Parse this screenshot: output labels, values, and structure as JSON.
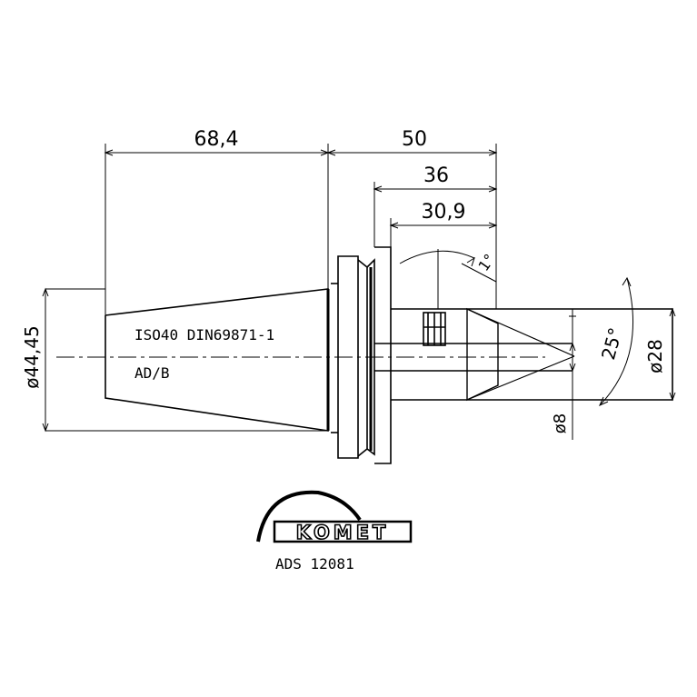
{
  "dimensions": {
    "length_taper": "68,4",
    "length_total": "50",
    "length_36": "36",
    "length_30_9": "30,9",
    "dia_flange": "ø44,45",
    "dia_28": "ø28",
    "dia_8": "ø8",
    "angle_25": "25°",
    "angle_small": "1°"
  },
  "annotations": {
    "spec_line": "ISO40 DIN69871-1",
    "code_line": "AD/B"
  },
  "logo": {
    "brand": "KOMET"
  },
  "part_number": "ADS 12081"
}
